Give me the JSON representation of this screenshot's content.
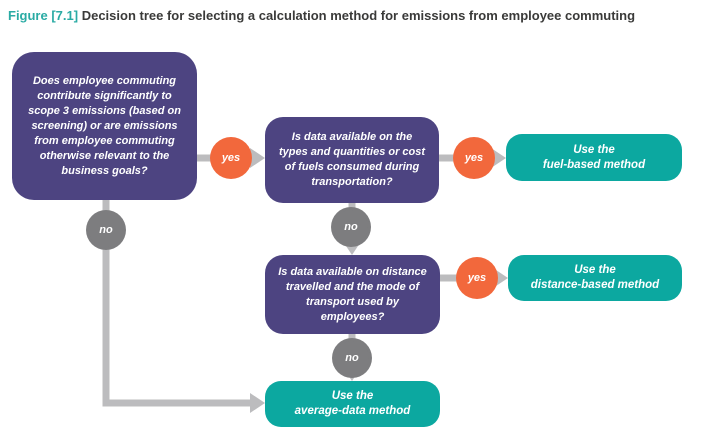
{
  "title": {
    "figure_label": "Figure [7.1]",
    "text": "Decision tree for selecting a calculation method for emissions from employee commuting"
  },
  "colors": {
    "node_purple": "#4d4481",
    "method_teal": "#0ca8a0",
    "yes_orange": "#f2683c",
    "no_gray": "#7d7d7f",
    "connector_gray": "#bcbcbe",
    "figure_label_teal": "#2aaba4",
    "title_text": "#3a3a39"
  },
  "nodes": {
    "q_relevance": {
      "text": "Does employee commuting contribute significantly to scope 3 emissions (based on screening) or are emissions from employee commuting otherwise relevant to the business goals?"
    },
    "q_fuel_data": {
      "text": "Is data available on the types and quantities or cost of fuels consumed during transportation?"
    },
    "q_distance_data": {
      "text": "Is data available on distance travelled and the mode of transport used by employees?"
    },
    "fuel_method": {
      "line1": "Use the",
      "line2": "fuel-based method"
    },
    "distance_method": {
      "line1": "Use the",
      "line2": "distance-based method"
    },
    "average_method": {
      "line1": "Use the",
      "line2": "average-data method"
    }
  },
  "labels": {
    "yes": "yes",
    "no": "no"
  }
}
